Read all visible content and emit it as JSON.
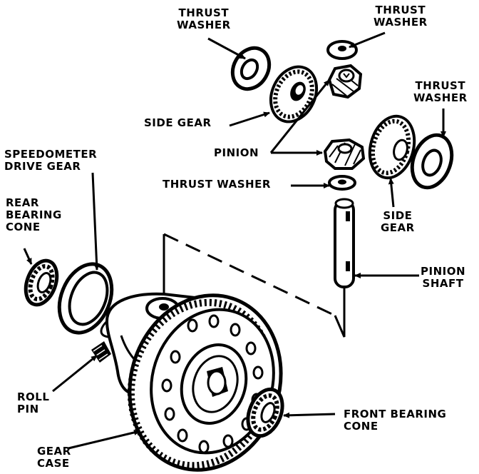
{
  "labels": {
    "thrust_washer_1": [
      "THRUST",
      "WASHER"
    ],
    "thrust_washer_2": [
      "THRUST",
      "WASHER"
    ],
    "thrust_washer_3": [
      "THRUST",
      "WASHER"
    ],
    "side_gear_1": "SIDE GEAR",
    "pinion": "PINION",
    "thrust_washer_4": "THRUST WASHER",
    "speedometer_drive_gear": [
      "SPEEDOMETER",
      "DRIVE GEAR"
    ],
    "rear_bearing_cone": [
      "REAR",
      "BEARING",
      "CONE"
    ],
    "side_gear_2": [
      "SIDE",
      "GEAR"
    ],
    "pinion_shaft": [
      "PINION",
      "SHAFT"
    ],
    "roll_pin": [
      "ROLL",
      "PIN"
    ],
    "front_bearing_cone": [
      "FRONT BEARING",
      "CONE"
    ],
    "gear_case": [
      "GEAR",
      "CASE"
    ]
  }
}
